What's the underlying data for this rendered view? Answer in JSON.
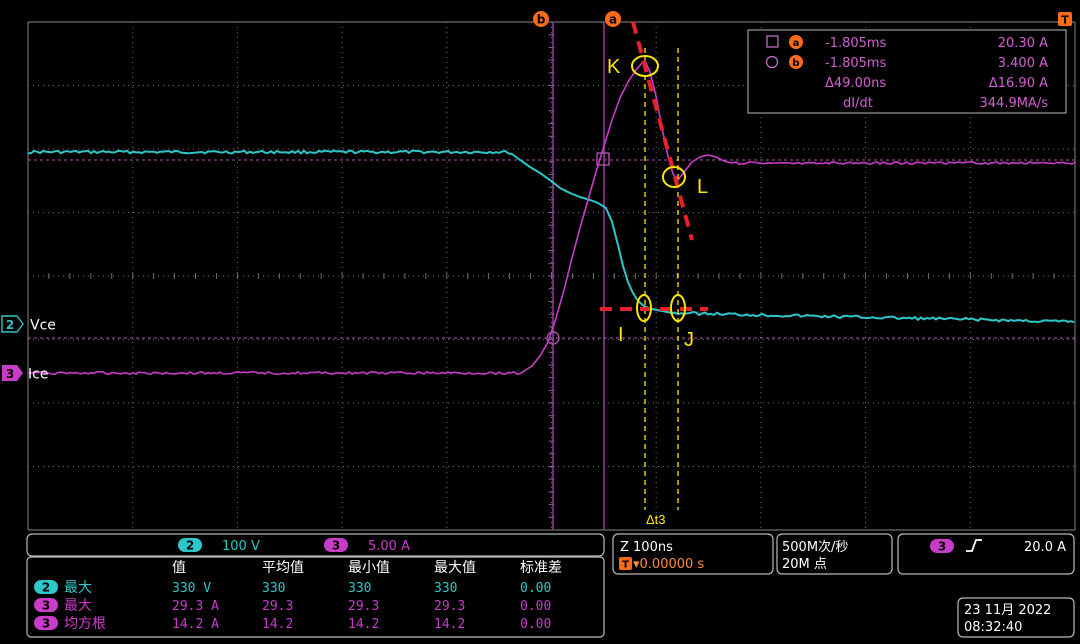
{
  "colors": {
    "background": "#000000",
    "grid": "#7a7a7a",
    "vce_trace": "#2ec7c9",
    "ice_trace": "#c83cc8",
    "cursor_orange": "#ff6a1a",
    "annotation_yellow": "#ffe600",
    "annotation_red": "#e8202a",
    "text_white": "#ffffff",
    "panel_border": "#b8b8b8"
  },
  "markers": {
    "cursor_b": "b",
    "cursor_a": "a",
    "trigger": "T",
    "ch2_num": "2",
    "ch3_num": "3"
  },
  "channel_labels": {
    "ch2": "Vce",
    "ch3": "Ice"
  },
  "cursor_readout": {
    "row1": {
      "time": "-1.805ms",
      "value": "20.30 A"
    },
    "row2": {
      "time": "-1.805ms",
      "value": "3.400 A"
    },
    "row3": {
      "time": "Δ49.00ns",
      "value": "Δ16.90 A"
    },
    "row4": {
      "label": "dI/dt",
      "value": "344.9MA/s"
    }
  },
  "annotations": {
    "K": "K",
    "L": "L",
    "I": "I",
    "J": "J",
    "dt": "Δt3"
  },
  "scale_bar": {
    "ch2_num": "2",
    "ch2_scale": "100 V",
    "ch3_num": "3",
    "ch3_scale": "5.00 A"
  },
  "measurements": {
    "headers": [
      "值",
      "平均值",
      "最小值",
      "最大值",
      "标准差"
    ],
    "rows": [
      {
        "ch": "2",
        "label": "最大",
        "values": [
          "330 V",
          "330",
          "330",
          "330",
          "0.00"
        ]
      },
      {
        "ch": "3",
        "label": "最大",
        "values": [
          "29.3 A",
          "29.3",
          "29.3",
          "29.3",
          "0.00"
        ]
      },
      {
        "ch": "3",
        "label": "均方根",
        "values": [
          "14.2 A",
          "14.2",
          "14.2",
          "14.2",
          "0.00"
        ]
      }
    ]
  },
  "horizontal": {
    "timebase": "Z 100ns",
    "trigger_pos": "▾0.00000 s",
    "trig_icon": "T"
  },
  "acquisition": {
    "rate": "500M次/秒",
    "points": "20M 点"
  },
  "trigger": {
    "ch": "3",
    "slope": "rising-edge-icon",
    "level": "20.0 A"
  },
  "datetime": {
    "date": "23 11月 2022",
    "time": "08:32:40"
  }
}
